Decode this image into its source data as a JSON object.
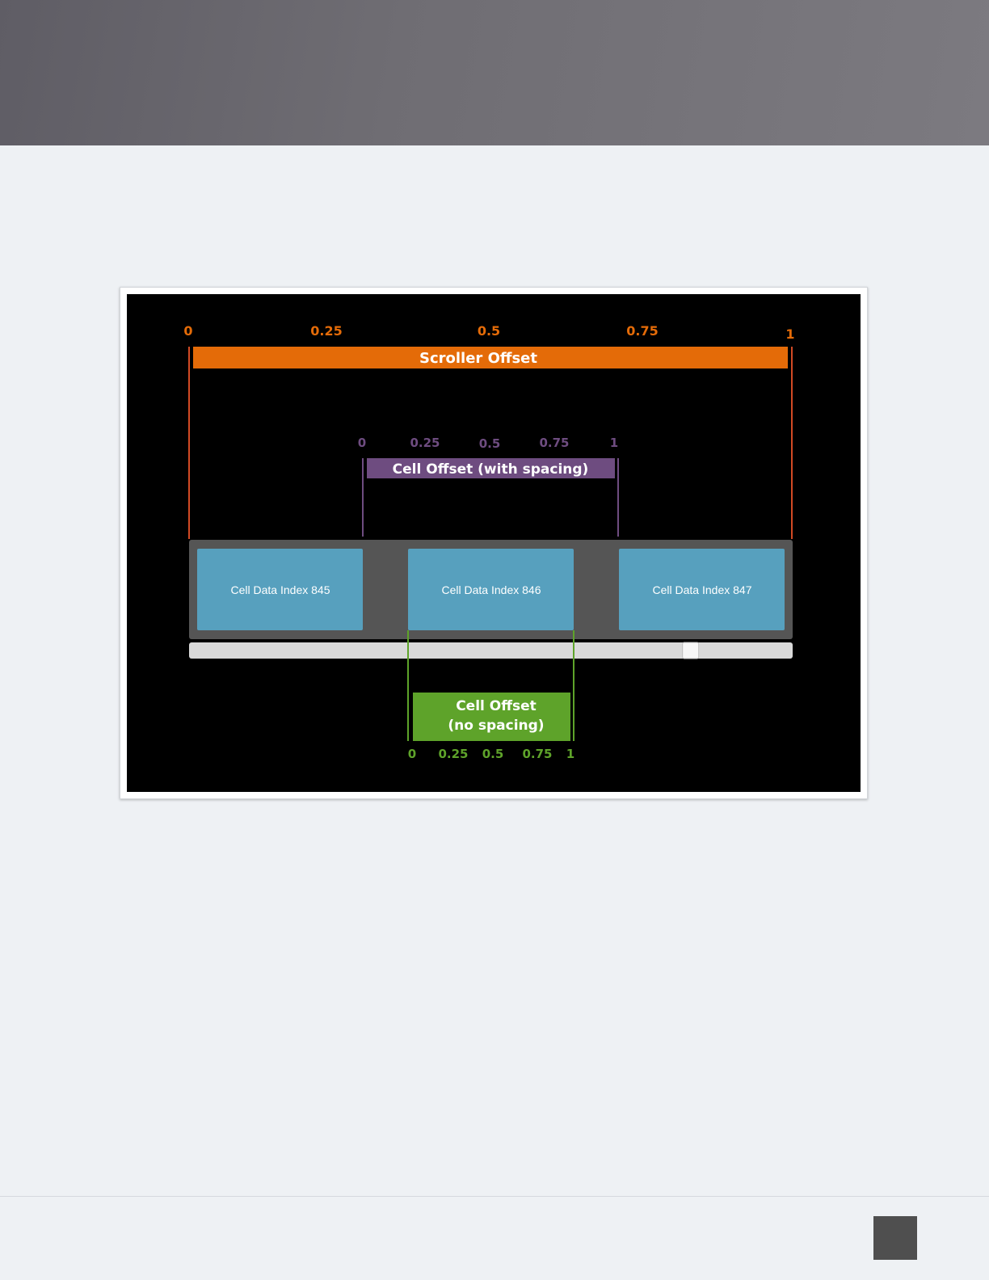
{
  "diagram": {
    "scroller_offset": {
      "label": "Scroller Offset",
      "ticks": [
        "0",
        "0.25",
        "0.5",
        "0.75",
        "1"
      ],
      "color": "#e46b08"
    },
    "cell_offset_with_spacing": {
      "label": "Cell Offset (with spacing)",
      "ticks": [
        "0",
        "0.25",
        "0.5",
        "0.75",
        "1"
      ],
      "color": "#6e4c80"
    },
    "cell_offset_no_spacing": {
      "label_line1": "Cell Offset",
      "label_line2": "(no spacing)",
      "ticks": [
        "0",
        "0.25",
        "0.5",
        "0.75",
        "1"
      ],
      "color": "#5ea32a"
    },
    "cells": [
      {
        "label": "Cell Data Index 845"
      },
      {
        "label": "Cell Data Index 846"
      },
      {
        "label": "Cell Data Index 847"
      }
    ],
    "cell_color": "#57a0be",
    "scrollbar_position": 0.84
  }
}
